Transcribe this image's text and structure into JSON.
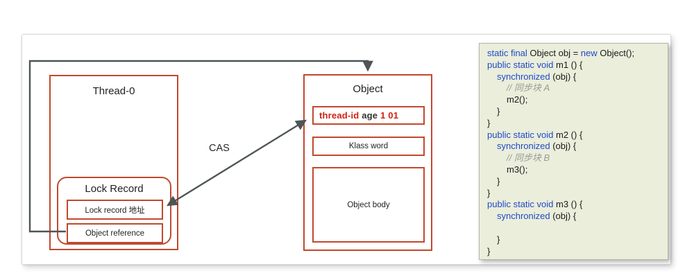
{
  "diagram": {
    "cas_label": "CAS",
    "thread_box": {
      "title": "Thread-0"
    },
    "lock_record": {
      "title": "Lock Record",
      "rows": [
        {
          "label": "Lock record 地址"
        },
        {
          "label": "Object reference"
        }
      ]
    },
    "object_box": {
      "title": "Object",
      "mark_word": {
        "segments": [
          {
            "t": "thread-id",
            "c": "red"
          },
          {
            "t": " age ",
            "c": "dark"
          },
          {
            "t": "1 01",
            "c": "red"
          }
        ]
      },
      "rows": [
        {
          "label": "Klass word"
        },
        {
          "label": "Object body"
        }
      ]
    }
  },
  "code": {
    "lines": [
      {
        "indent": 0,
        "segments": [
          {
            "t": "static final ",
            "c": "kw"
          },
          {
            "t": "Object obj = ",
            "c": "pl"
          },
          {
            "t": "new",
            "c": "kw"
          },
          {
            "t": " Object();",
            "c": "pl"
          }
        ]
      },
      {
        "indent": 0,
        "segments": [
          {
            "t": "public static void ",
            "c": "kw"
          },
          {
            "t": "m1 () {",
            "c": "pl"
          }
        ]
      },
      {
        "indent": 1,
        "segments": [
          {
            "t": "synchronized ",
            "c": "kw"
          },
          {
            "t": "(obj) {",
            "c": "pl"
          }
        ]
      },
      {
        "indent": 2,
        "segments": [
          {
            "t": "// 同步块 A",
            "c": "cm"
          }
        ]
      },
      {
        "indent": 2,
        "segments": [
          {
            "t": "m2();",
            "c": "pl"
          }
        ]
      },
      {
        "indent": 1,
        "segments": [
          {
            "t": "}",
            "c": "pl"
          }
        ]
      },
      {
        "indent": 0,
        "segments": [
          {
            "t": "}",
            "c": "pl"
          }
        ]
      },
      {
        "indent": 0,
        "segments": [
          {
            "t": "public static void ",
            "c": "kw"
          },
          {
            "t": "m2 () {",
            "c": "pl"
          }
        ]
      },
      {
        "indent": 1,
        "segments": [
          {
            "t": "synchronized ",
            "c": "kw"
          },
          {
            "t": "(obj) {",
            "c": "pl"
          }
        ]
      },
      {
        "indent": 2,
        "segments": [
          {
            "t": "// 同步块 B",
            "c": "cm"
          }
        ]
      },
      {
        "indent": 2,
        "segments": [
          {
            "t": "m3();",
            "c": "pl"
          }
        ]
      },
      {
        "indent": 1,
        "segments": [
          {
            "t": "}",
            "c": "pl"
          }
        ]
      },
      {
        "indent": 0,
        "segments": [
          {
            "t": "}",
            "c": "pl"
          }
        ]
      },
      {
        "indent": 0,
        "segments": [
          {
            "t": "public static void ",
            "c": "kw"
          },
          {
            "t": "m3 () {",
            "c": "pl"
          }
        ]
      },
      {
        "indent": 1,
        "segments": [
          {
            "t": "synchronized ",
            "c": "kw"
          },
          {
            "t": "(obj) {",
            "c": "pl"
          }
        ]
      },
      {
        "indent": 0,
        "segments": []
      },
      {
        "indent": 1,
        "segments": [
          {
            "t": "}",
            "c": "pl"
          }
        ]
      },
      {
        "indent": 0,
        "segments": [
          {
            "t": "}",
            "c": "pl"
          }
        ]
      }
    ]
  },
  "colors": {
    "box_border_red": "#c0492e",
    "mark_word_red": "#d2210f",
    "connector_gray": "#4e5557",
    "code_keyword_blue": "#2149c8",
    "code_comment_gray": "#9a9a96",
    "code_background": "#eaeedb"
  }
}
